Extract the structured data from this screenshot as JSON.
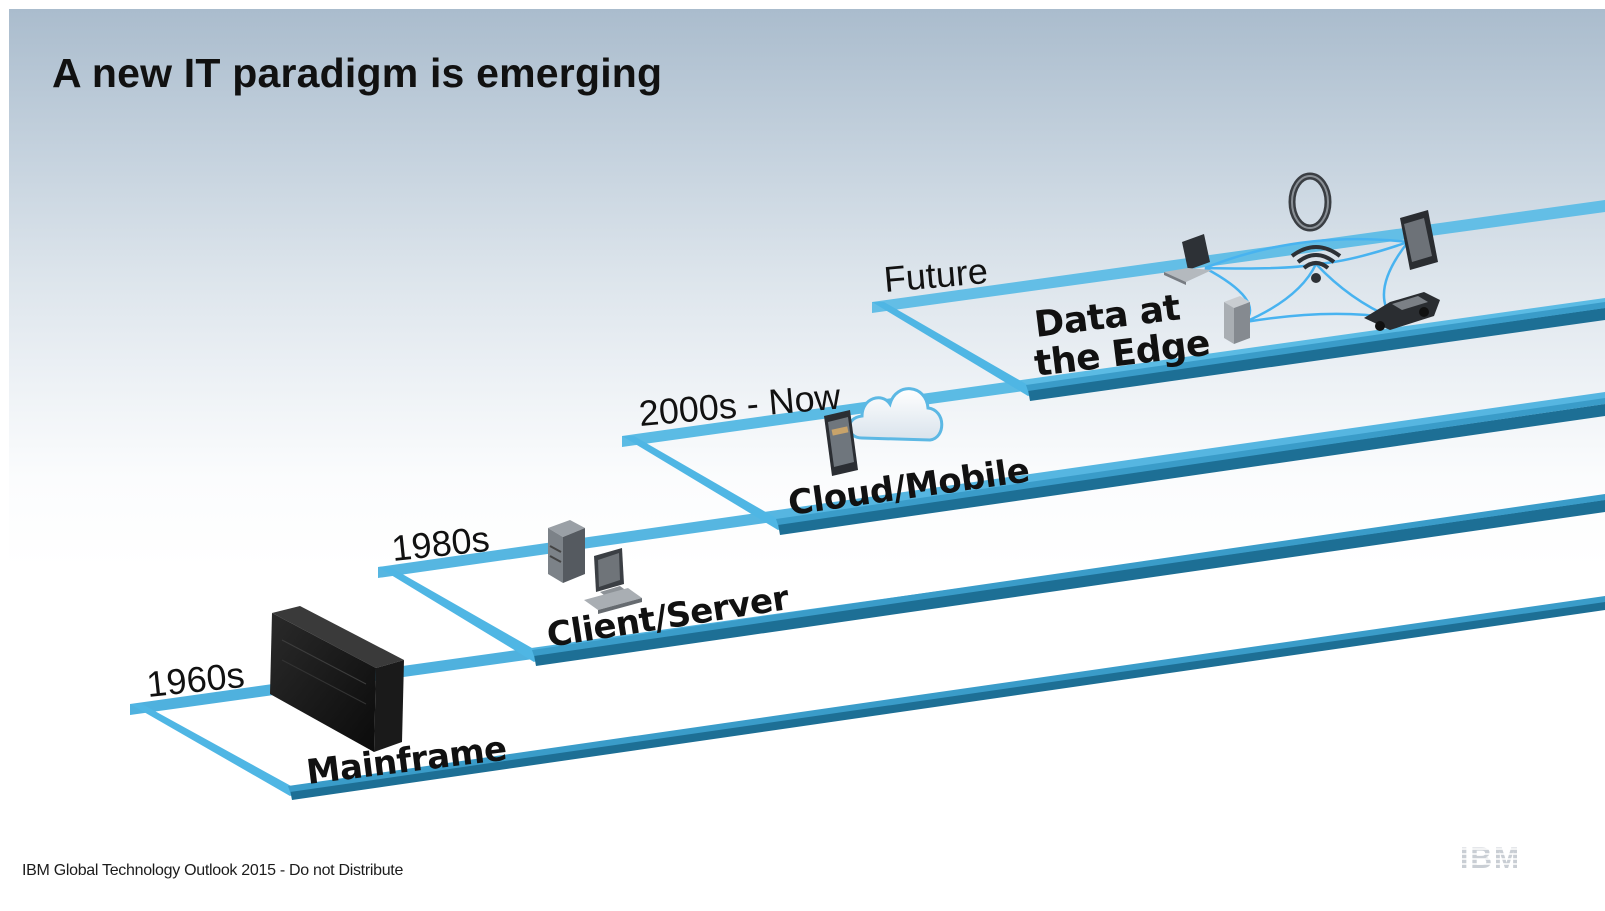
{
  "slide": {
    "title": "A new IT paradigm is emerging",
    "footer": "IBM Global Technology Outlook 2015 - Do not Distribute",
    "logo": "IBM"
  },
  "tiers": [
    {
      "era": "1960s",
      "label": "Mainframe",
      "icon": "mainframe-icon"
    },
    {
      "era": "1980s",
      "label": "Client/Server",
      "icon": "server-desktop-icon"
    },
    {
      "era": "2000s - Now",
      "label": "Cloud/Mobile",
      "icon": "cloud-phone-icon"
    },
    {
      "era": "Future",
      "label_lines": [
        "Data at",
        "the Edge"
      ],
      "icon": "edge-network-icon"
    }
  ],
  "colors": {
    "rail_light": "#5cbde8",
    "rail_dark": "#1d6f95",
    "rail_mid": "#3a9cc9",
    "network": "#48b3f0"
  }
}
